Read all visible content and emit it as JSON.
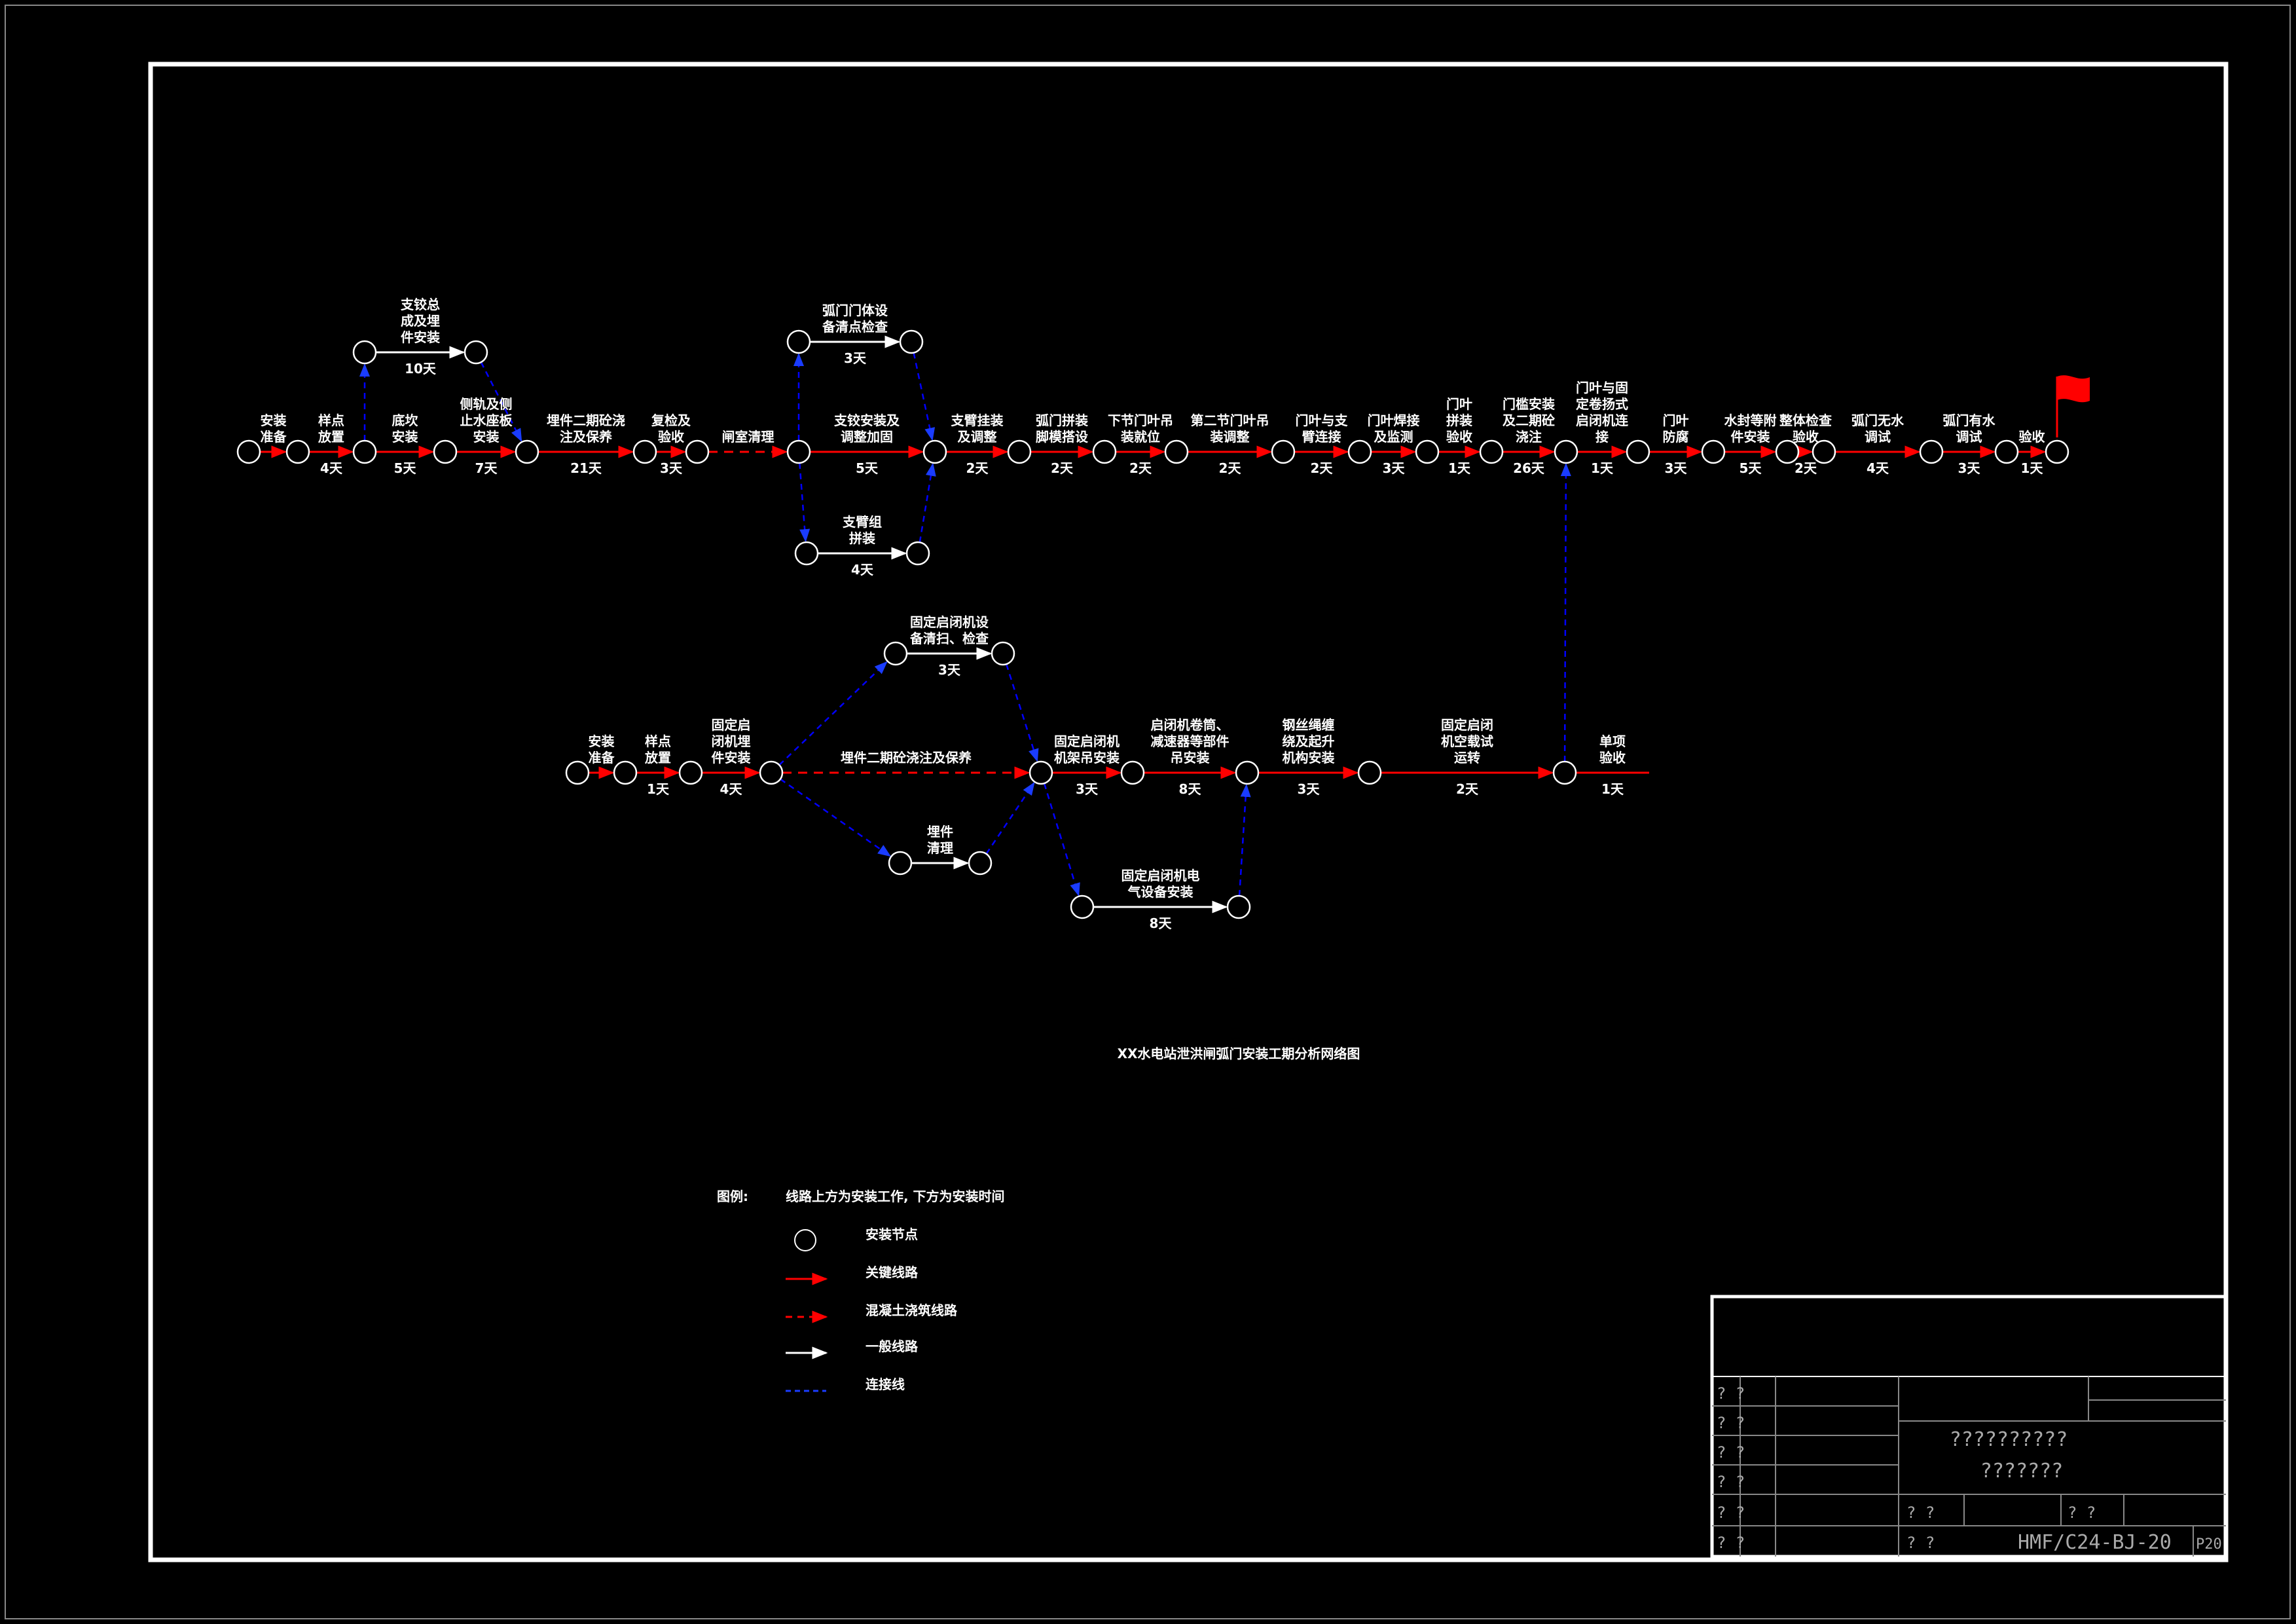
{
  "colors": {
    "critical": "#ff0000",
    "general": "#ffffff",
    "connector": "#0000ff",
    "node": "#ffffff",
    "frame": "#ffffff",
    "background": "#000000",
    "flag": "#ff0000"
  },
  "title": "XX水电站泄洪闸弧门安装工期分析网络图",
  "legend": {
    "heading": "图例:",
    "note": "线路上方为安装工作, 下方为安装时间",
    "node": "安装节点",
    "critical": "关键线路",
    "concrete": "混凝土浇筑线路",
    "general": "一般线路",
    "connector": "连接线"
  },
  "title_block": {
    "q": "? ?",
    "drawing_name_1": "??????????",
    "drawing_name_2": "???????",
    "drawing_no": "HMF/C24-BJ-20",
    "page": "P20"
  },
  "nodes": [
    {
      "id": "A1",
      "col": 380,
      "row": 690
    },
    {
      "id": "A2",
      "col": 455,
      "row": 690
    },
    {
      "id": "A3",
      "col": 557,
      "row": 690
    },
    {
      "id": "A4",
      "col": 680,
      "row": 690
    },
    {
      "id": "A5",
      "col": 805,
      "row": 690
    },
    {
      "id": "A6",
      "col": 985,
      "row": 690
    },
    {
      "id": "A7",
      "col": 1065,
      "row": 690
    },
    {
      "id": "A8",
      "col": 1220,
      "row": 690
    },
    {
      "id": "A9",
      "col": 1428,
      "row": 690
    },
    {
      "id": "A10",
      "col": 1557,
      "row": 690
    },
    {
      "id": "A11",
      "col": 1687,
      "row": 690
    },
    {
      "id": "A12",
      "col": 1797,
      "row": 690
    },
    {
      "id": "A13",
      "col": 1960,
      "row": 690
    },
    {
      "id": "A14",
      "col": 2077,
      "row": 690
    },
    {
      "id": "A15",
      "col": 2180,
      "row": 690
    },
    {
      "id": "A16",
      "col": 2278,
      "row": 690
    },
    {
      "id": "A17",
      "col": 2392,
      "row": 690
    },
    {
      "id": "A18",
      "col": 2502,
      "row": 690
    },
    {
      "id": "A19",
      "col": 2617,
      "row": 690
    },
    {
      "id": "A20",
      "col": 2730,
      "row": 690
    },
    {
      "id": "A21",
      "col": 2786,
      "row": 690
    },
    {
      "id": "A22",
      "col": 2950,
      "row": 690
    },
    {
      "id": "A23",
      "col": 3065,
      "row": 690
    },
    {
      "id": "A24",
      "col": 3142,
      "row": 690
    },
    {
      "id": "B1",
      "col": 557,
      "row": 538
    },
    {
      "id": "B2",
      "col": 727,
      "row": 538
    },
    {
      "id": "C1",
      "col": 1220,
      "row": 522
    },
    {
      "id": "C2",
      "col": 1392,
      "row": 522
    },
    {
      "id": "D1",
      "col": 1232,
      "row": 845
    },
    {
      "id": "D2",
      "col": 1402,
      "row": 845
    },
    {
      "id": "E1",
      "col": 882,
      "row": 1180
    },
    {
      "id": "E2",
      "col": 955,
      "row": 1180
    },
    {
      "id": "E3",
      "col": 1055,
      "row": 1180
    },
    {
      "id": "E4",
      "col": 1178,
      "row": 1180
    },
    {
      "id": "E5",
      "col": 1590,
      "row": 1180
    },
    {
      "id": "E6",
      "col": 1730,
      "row": 1180
    },
    {
      "id": "E7",
      "col": 1905,
      "row": 1180
    },
    {
      "id": "E8",
      "col": 2092,
      "row": 1180
    },
    {
      "id": "E9",
      "col": 2390,
      "row": 1180
    },
    {
      "id": "F1",
      "col": 1368,
      "row": 998
    },
    {
      "id": "F2",
      "col": 1532,
      "row": 998
    },
    {
      "id": "G1",
      "col": 1375,
      "row": 1318
    },
    {
      "id": "G2",
      "col": 1497,
      "row": 1318
    },
    {
      "id": "H1",
      "col": 1653,
      "row": 1385
    },
    {
      "id": "H2",
      "col": 1892,
      "row": 1385
    }
  ],
  "edges": [
    {
      "from": "A1",
      "to": "A2",
      "type": "critical",
      "label": [
        "安装",
        "准备"
      ],
      "dur": ""
    },
    {
      "from": "A2",
      "to": "A3",
      "type": "critical",
      "label": [
        "样点",
        "放置"
      ],
      "dur": "4天"
    },
    {
      "from": "A3",
      "to": "A4",
      "type": "critical",
      "label": [
        "底坎",
        "安装"
      ],
      "dur": "5天"
    },
    {
      "from": "A4",
      "to": "A5",
      "type": "critical",
      "label": [
        "侧轨及侧",
        "止水座板",
        "安装"
      ],
      "dur": "7天"
    },
    {
      "from": "A5",
      "to": "A6",
      "type": "critical",
      "label": [
        "埋件二期砼浇",
        "注及保养"
      ],
      "dur": "21天"
    },
    {
      "from": "A6",
      "to": "A7",
      "type": "critical",
      "label": [
        "复检及",
        "验收"
      ],
      "dur": "3天"
    },
    {
      "from": "A7",
      "to": "A8",
      "type": "concrete",
      "label": [
        "闸室清理"
      ],
      "dur": ""
    },
    {
      "from": "A8",
      "to": "A9",
      "type": "critical",
      "label": [
        "支铰安装及",
        "调整加固"
      ],
      "dur": "5天"
    },
    {
      "from": "A9",
      "to": "A10",
      "type": "critical",
      "label": [
        "支臂挂装",
        "及调整"
      ],
      "dur": "2天"
    },
    {
      "from": "A10",
      "to": "A11",
      "type": "critical",
      "label": [
        "弧门拼装",
        "脚模搭设"
      ],
      "dur": "2天"
    },
    {
      "from": "A11",
      "to": "A12",
      "type": "critical",
      "label": [
        "下节门叶吊",
        "装就位"
      ],
      "dur": "2天"
    },
    {
      "from": "A12",
      "to": "A13",
      "type": "critical",
      "label": [
        "第二节门叶吊",
        "装调整"
      ],
      "dur": "2天"
    },
    {
      "from": "A13",
      "to": "A14",
      "type": "critical",
      "label": [
        "门叶与支",
        "臂连接"
      ],
      "dur": "2天"
    },
    {
      "from": "A14",
      "to": "A15",
      "type": "critical",
      "label": [
        "门叶焊接",
        "及监测"
      ],
      "dur": "3天"
    },
    {
      "from": "A15",
      "to": "A16",
      "type": "critical",
      "label": [
        "门叶",
        "拼装",
        "验收"
      ],
      "dur": "1天"
    },
    {
      "from": "A16",
      "to": "A17",
      "type": "critical",
      "label": [
        "门槛安装",
        "及二期砼",
        "浇注"
      ],
      "dur": "26天"
    },
    {
      "from": "A17",
      "to": "A18",
      "type": "critical",
      "label": [
        "门叶与固",
        "定卷扬式",
        "启闭机连",
        "接"
      ],
      "dur": "1天"
    },
    {
      "from": "A18",
      "to": "A19",
      "type": "critical",
      "label": [
        "门叶",
        "防腐"
      ],
      "dur": "3天"
    },
    {
      "from": "A19",
      "to": "A20",
      "type": "critical",
      "label": [
        "水封等附",
        "件安装"
      ],
      "dur": "5天"
    },
    {
      "from": "A20",
      "to": "A21",
      "type": "critical",
      "label": [
        "整体检查",
        "验收"
      ],
      "dur": "2天"
    },
    {
      "from": "A21",
      "to": "A22",
      "type": "critical",
      "label": [
        "弧门无水",
        "调试"
      ],
      "dur": "4天"
    },
    {
      "from": "A22",
      "to": "A23",
      "type": "critical",
      "label": [
        "弧门有水",
        "调试"
      ],
      "dur": "3天"
    },
    {
      "from": "A23",
      "to": "A24",
      "type": "critical",
      "label": [
        "验收"
      ],
      "dur": "1天"
    },
    {
      "from": "B1",
      "to": "B2",
      "type": "general",
      "label": [
        "支铰总",
        "成及埋",
        "件安装"
      ],
      "dur": "10天"
    },
    {
      "from": "C1",
      "to": "C2",
      "type": "general",
      "label": [
        "弧门门体设",
        "备清点检查"
      ],
      "dur": "3天"
    },
    {
      "from": "D1",
      "to": "D2",
      "type": "general",
      "label": [
        "支臂组",
        "拼装"
      ],
      "dur": "4天"
    },
    {
      "from": "E1",
      "to": "E2",
      "type": "critical",
      "label": [
        "安装",
        "准备"
      ],
      "dur": ""
    },
    {
      "from": "E2",
      "to": "E3",
      "type": "critical",
      "label": [
        "样点",
        "放置"
      ],
      "dur": "1天"
    },
    {
      "from": "E3",
      "to": "E4",
      "type": "critical",
      "label": [
        "固定启",
        "闭机埋",
        "件安装"
      ],
      "dur": "4天"
    },
    {
      "from": "E4",
      "to": "E5",
      "type": "concrete",
      "label": [
        "埋件二期砼浇注及保养"
      ],
      "dur": ""
    },
    {
      "from": "E5",
      "to": "E6",
      "type": "critical",
      "label": [
        "固定启闭机",
        "机架吊安装"
      ],
      "dur": "3天"
    },
    {
      "from": "E6",
      "to": "E7",
      "type": "critical",
      "label": [
        "启闭机卷筒、",
        "减速器等部件",
        "吊安装"
      ],
      "dur": "8天"
    },
    {
      "from": "E7",
      "to": "E8",
      "type": "critical",
      "label": [
        "钢丝绳缠",
        "绕及起升",
        "机构安装"
      ],
      "dur": "3天"
    },
    {
      "from": "E8",
      "to": "E9",
      "type": "critical",
      "label": [
        "固定启闭",
        "机空载试",
        "运转"
      ],
      "dur": "2天"
    },
    {
      "from": "E9",
      "to": "E9x",
      "type": "none",
      "label": [
        "单项",
        "验收"
      ],
      "dur": "1天"
    },
    {
      "from": "F1",
      "to": "F2",
      "type": "general",
      "label": [
        "固定启闭机设",
        "备清扫、检查"
      ],
      "dur": "3天"
    },
    {
      "from": "G1",
      "to": "G2",
      "type": "general",
      "label": [
        "埋件",
        "清理"
      ],
      "dur": ""
    },
    {
      "from": "H1",
      "to": "H2",
      "type": "general",
      "label": [
        "固定启闭机电",
        "气设备安装"
      ],
      "dur": "8天"
    }
  ],
  "connectors": [
    [
      "A3",
      "B1"
    ],
    [
      "B2",
      "A5"
    ],
    [
      "A8",
      "C1"
    ],
    [
      "A8",
      "D1"
    ],
    [
      "C2",
      "A9"
    ],
    [
      "D2",
      "A9"
    ],
    [
      "E4",
      "F1"
    ],
    [
      "E4",
      "G1"
    ],
    [
      "F2",
      "E5"
    ],
    [
      "G2",
      "E5"
    ],
    [
      "E5",
      "H1"
    ],
    [
      "H2",
      "E7"
    ],
    [
      "E9",
      "A17"
    ]
  ]
}
